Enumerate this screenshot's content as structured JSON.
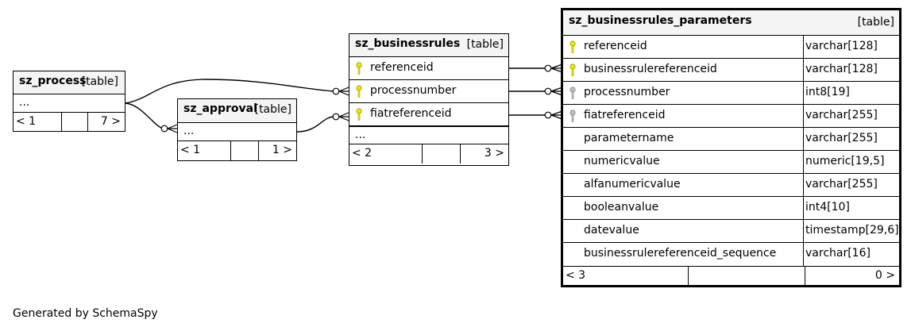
{
  "tables": {
    "process": {
      "name": "sz_process",
      "kind": "[table]",
      "ellipsis": "...",
      "foot_left": "< 1",
      "foot_right": "7 >"
    },
    "approval": {
      "name": "sz_approval",
      "kind": "[table]",
      "ellipsis": "...",
      "foot_left": "< 1",
      "foot_right": "1 >"
    },
    "businessrules": {
      "name": "sz_businessrules",
      "kind": "[table]",
      "columns": [
        "referenceid",
        "processnumber",
        "fiatreferenceid"
      ],
      "ellipsis": "...",
      "foot_left": "< 2",
      "foot_right": "3 >"
    },
    "parameters": {
      "name": "sz_businessrules_parameters",
      "kind": "[table]",
      "columns": [
        {
          "name": "referenceid",
          "type": "varchar[128]",
          "key": "primary"
        },
        {
          "name": "businessrulereferenceid",
          "type": "varchar[128]",
          "key": "primary"
        },
        {
          "name": "processnumber",
          "type": "int8[19]",
          "key": "foreign"
        },
        {
          "name": "fiatreferenceid",
          "type": "varchar[255]",
          "key": "foreign"
        },
        {
          "name": "parametername",
          "type": "varchar[255]",
          "key": ""
        },
        {
          "name": "numericvalue",
          "type": "numeric[19,5]",
          "key": ""
        },
        {
          "name": "alfanumericvalue",
          "type": "varchar[255]",
          "key": ""
        },
        {
          "name": "booleanvalue",
          "type": "int4[10]",
          "key": ""
        },
        {
          "name": "datevalue",
          "type": "timestamp[29,6]",
          "key": ""
        },
        {
          "name": "businessrulereferenceid_sequence",
          "type": "varchar[16]",
          "key": ""
        }
      ],
      "foot_left": "< 3",
      "foot_right": "0 >"
    }
  },
  "colors": {
    "primary_key": "#e8e800",
    "foreign_key": "#bcbcbc",
    "header_bg": "#f4f4f4"
  },
  "credit": "Generated by SchemaSpy"
}
